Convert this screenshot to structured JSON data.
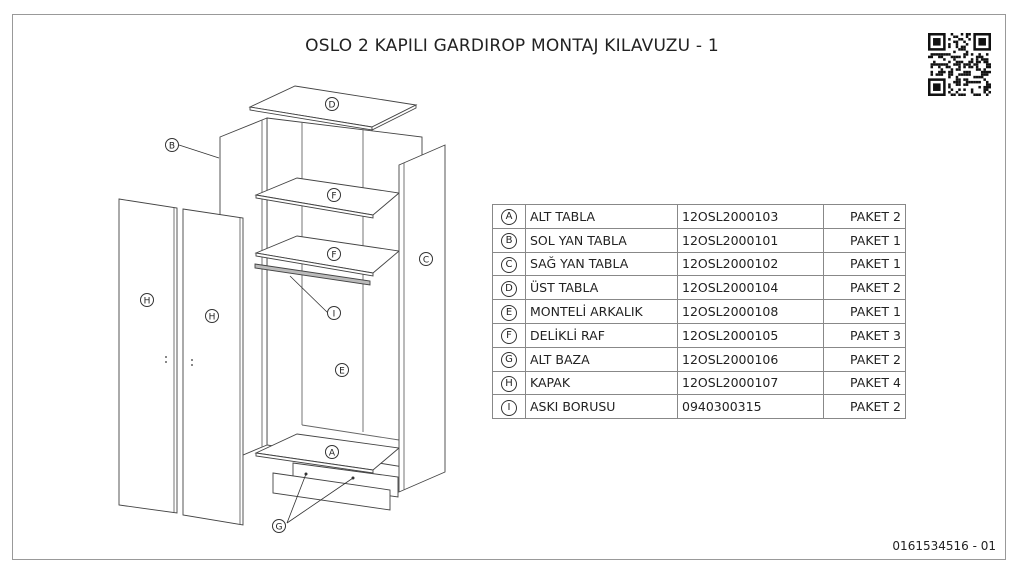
{
  "title": "OSLO 2 KAPILI GARDIROP MONTAJ KILAVUZU - 1",
  "document_code": "0161534516  -  01",
  "drawing_labels": {
    "A": "A",
    "B": "B",
    "C": "C",
    "D": "D",
    "E": "E",
    "F": "F",
    "G": "G",
    "H": "H",
    "I": "I"
  },
  "parts": [
    {
      "letter": "A",
      "name": "ALT TABLA",
      "code": "12OSL2000103",
      "package": "PAKET 2"
    },
    {
      "letter": "B",
      "name": "SOL YAN TABLA",
      "code": "12OSL2000101",
      "package": "PAKET 1"
    },
    {
      "letter": "C",
      "name": "SAĞ YAN TABLA",
      "code": "12OSL2000102",
      "package": "PAKET 1"
    },
    {
      "letter": "D",
      "name": "ÜST TABLA",
      "code": "12OSL2000104",
      "package": "PAKET 2"
    },
    {
      "letter": "E",
      "name": "MONTELİ ARKALIK",
      "code": "12OSL2000108",
      "package": "PAKET 1"
    },
    {
      "letter": "F",
      "name": "DELİKLİ RAF",
      "code": "12OSL2000105",
      "package": "PAKET 3"
    },
    {
      "letter": "G",
      "name": "ALT BAZA",
      "code": "12OSL2000106",
      "package": "PAKET 2"
    },
    {
      "letter": "H",
      "name": "KAPAK",
      "code": "12OSL2000107",
      "package": "PAKET 4"
    },
    {
      "letter": "I",
      "name": "ASKI BORUSU",
      "code": "0940300315",
      "package": "PAKET 2"
    }
  ]
}
